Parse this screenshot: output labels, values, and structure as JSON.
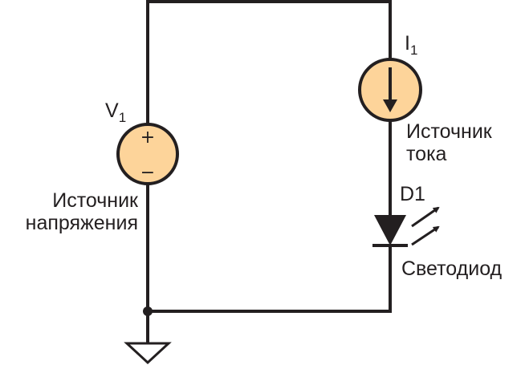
{
  "components": {
    "voltage_source": {
      "designator": "V",
      "index": "1",
      "plus": "+",
      "minus": "−",
      "label_line1": "Источник",
      "label_line2": "напряжения"
    },
    "current_source": {
      "designator": "I",
      "index": "1",
      "label_line1": "Источник",
      "label_line2": "тока"
    },
    "led": {
      "designator": "D1",
      "label": "Светодиод"
    }
  },
  "colors": {
    "wire": "#231f20",
    "source_fill": "#fdd49a"
  }
}
